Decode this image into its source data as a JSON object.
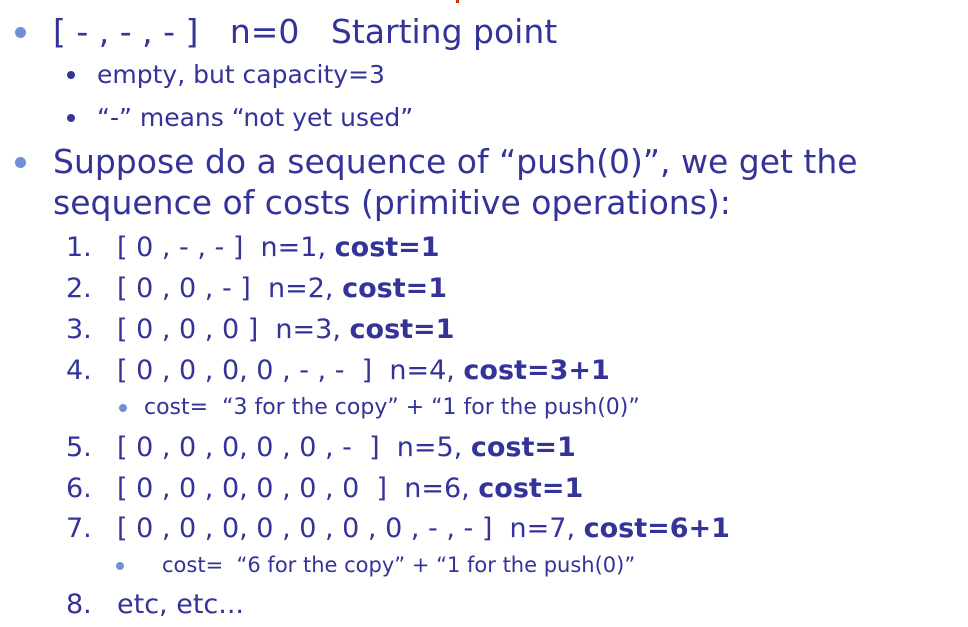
{
  "colors": {
    "text": "#333399",
    "bullet_level1": "#6f8fd8",
    "bullet_level2": "#333399",
    "accent": "#cc3300"
  },
  "bullet1": {
    "text": "[ - , - , - ]   n=0   Starting point",
    "sub": [
      "empty, but capacity=3",
      "“-” means “not yet used”"
    ]
  },
  "bullet2": {
    "line1": "Suppose do a sequence of “push(0)”, we get the",
    "line2": "sequence of costs (primitive operations):"
  },
  "items": [
    {
      "num": "1.",
      "text": "[ 0 , - , - ]  n=1, ",
      "cost": "cost=1"
    },
    {
      "num": "2.",
      "text": "[ 0 , 0 , - ]  n=2, ",
      "cost": "cost=1"
    },
    {
      "num": "3.",
      "text": "[ 0 , 0 , 0 ]  n=3, ",
      "cost": "cost=1"
    },
    {
      "num": "4.",
      "text": "[ 0 , 0 , 0, 0 , - , -  ]  n=4, ",
      "cost": "cost=3+1"
    },
    {
      "num": "5.",
      "text": "[ 0 , 0 , 0, 0 , 0 , -  ]  n=5, ",
      "cost": "cost=1"
    },
    {
      "num": "6.",
      "text": "[ 0 , 0 , 0, 0 , 0 , 0  ]  n=6, ",
      "cost": "cost=1"
    },
    {
      "num": "7.",
      "text": "[ 0 , 0 , 0, 0 , 0 , 0 , 0 , - , - ]  n=7, ",
      "cost": "cost=6+1"
    },
    {
      "num": "8.",
      "text": "etc, etc..."
    }
  ],
  "item4_note": "cost=  “3 for the copy” + “1 for the push(0)”",
  "item7_note": "cost=  “6 for the copy” + “1 for the push(0)”"
}
